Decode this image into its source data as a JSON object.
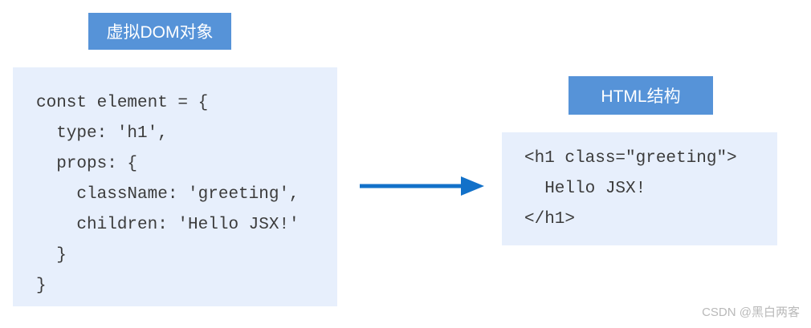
{
  "diagram": {
    "left": {
      "badge_label": "虚拟DOM对象",
      "code_lines": [
        "const element = {",
        "  type: 'h1',",
        "  props: {",
        "    className: 'greeting',",
        "    children: 'Hello JSX!'",
        "  }",
        "}"
      ]
    },
    "right": {
      "badge_label": "HTML结构",
      "code_lines": [
        "<h1 class=\"greeting\">",
        "  Hello JSX!",
        "</h1>"
      ]
    },
    "arrow": {
      "direction": "right",
      "color": "#1271c9"
    },
    "colors": {
      "badge_bg": "#5693d8",
      "badge_text": "#ffffff",
      "code_bg": "#e7effc",
      "code_text": "#3b3b3b",
      "background": "#ffffff",
      "watermark_text_color": "#b9b9b9"
    }
  },
  "watermark": "CSDN @黑白两客"
}
